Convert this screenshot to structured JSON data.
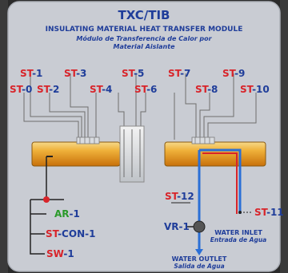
{
  "header": {
    "code": "TXC/TIB",
    "title_en": "INSULATING MATERIAL HEAT TRANSFER MODULE",
    "title_es_1": "Módulo de Transferencia de Calor por",
    "title_es_2": "Material Aislante"
  },
  "sensors": {
    "st0": {
      "prefix": "ST",
      "num": "-0"
    },
    "st1": {
      "prefix": "ST",
      "num": "-1"
    },
    "st2": {
      "prefix": "ST",
      "num": "-2"
    },
    "st3": {
      "prefix": "ST",
      "num": "-3"
    },
    "st4": {
      "prefix": "ST",
      "num": "-4"
    },
    "st5": {
      "prefix": "ST",
      "num": "-5"
    },
    "st6": {
      "prefix": "ST",
      "num": "-6"
    },
    "st7": {
      "prefix": "ST",
      "num": "-7"
    },
    "st8": {
      "prefix": "ST",
      "num": "-8"
    },
    "st9": {
      "prefix": "ST",
      "num": "-9"
    },
    "st10": {
      "prefix": "ST",
      "num": "-10"
    },
    "st11": {
      "prefix": "ST",
      "num": "-11"
    },
    "st12": {
      "prefix": "ST",
      "num": "-12"
    }
  },
  "controls": {
    "ar1": {
      "prefix": "AR",
      "num": "-1"
    },
    "stcon1": {
      "prefix": "ST",
      "num": "-CON-1"
    },
    "sw1": {
      "prefix": "SW",
      "num": "-1"
    },
    "vr1": {
      "prefix": "VR",
      "num": "-1"
    }
  },
  "water": {
    "inlet_en": "WATER INLET",
    "inlet_es": "Entrada de Agua",
    "outlet_en": "WATER OUTLET",
    "outlet_es": "Salida de Agua"
  },
  "colors": {
    "panel": "#c9ccd3",
    "text_blue": "#1f3d9a",
    "label_red": "#d8242a",
    "label_green": "#2a9a2a",
    "heater_orange": "#e8900f",
    "water_blue": "#2b6fd6"
  }
}
